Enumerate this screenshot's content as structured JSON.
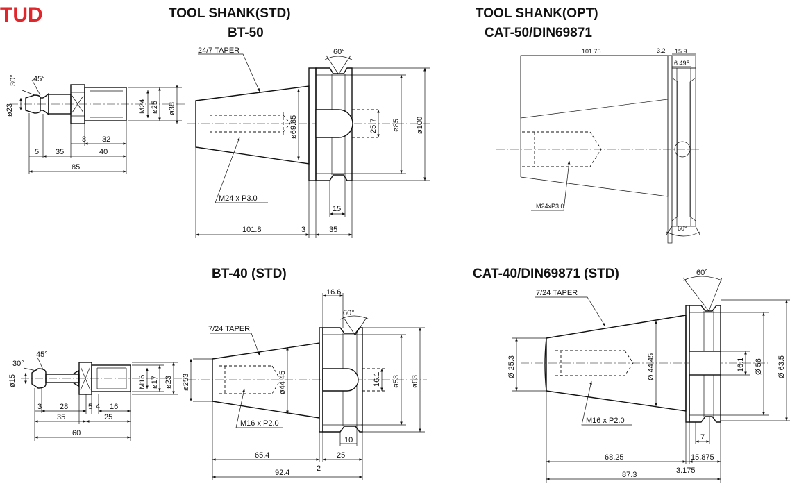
{
  "brand": "TUD",
  "titles": {
    "bt50_l1": "TOOL SHANK(STD)",
    "bt50_l2": "BT-50",
    "cat50_l1": "TOOL SHANK(OPT)",
    "cat50_l2": "CAT-50/DIN69871",
    "bt40": "BT-40 (STD)",
    "cat40": "CAT-40/DIN69871 (STD)"
  },
  "stud50": {
    "angle_30": "30°",
    "angle_45": "45°",
    "d23": "ø23",
    "m24": "M24",
    "d25": "ø25",
    "d38": "ø38",
    "l5": "5",
    "l35": "35",
    "l8": "8",
    "l32": "32",
    "l40": "40",
    "l85": "85"
  },
  "bt50": {
    "taper": "24/7 TAPER",
    "angle": "60°",
    "thread": "M24 x P3.0",
    "d6985": "ø69.85",
    "d257": "25.7",
    "d85": "ø85",
    "d100": "ø100",
    "l1018": "101.8",
    "l3": "3",
    "l35": "35",
    "l15": "15"
  },
  "cat50": {
    "l10175": "101.75",
    "l32": "3.2",
    "l159": "15.9",
    "l6495": "6.495",
    "thread": "M24xP3.0",
    "angle": "60°"
  },
  "stud40": {
    "angle_30": "30°",
    "angle_45": "45°",
    "d15": "ø15",
    "m16": "M16",
    "d17": "ø17",
    "d23": "ø23",
    "l3": "3",
    "l28": "28",
    "l5": "5",
    "l4": "4",
    "l16": "16",
    "l35": "35",
    "l25": "25",
    "l60": "60"
  },
  "bt40": {
    "taper": "7/24 TAPER",
    "l166": "16.6",
    "angle": "60°",
    "thread": "M16 x P2.0",
    "d253": "ø253",
    "d4445": "ø44.45",
    "d161": "16.1",
    "d53": "ø53",
    "d63": "ø63",
    "l654": "65.4",
    "l2": "2",
    "l25": "25",
    "l10": "10",
    "l924": "92.4"
  },
  "cat40": {
    "taper": "7/24 TAPER",
    "angle": "60°",
    "thread": "M16 x P2.0",
    "d253": "Ø 25.3",
    "d4445": "Ø 44.45",
    "d161": "16.1",
    "d56": "Ø 56",
    "d635": "Ø 63.5",
    "l7": "7",
    "l6825": "68.25",
    "l15875": "15.875",
    "l3175": "3.175",
    "l873": "87.3"
  }
}
